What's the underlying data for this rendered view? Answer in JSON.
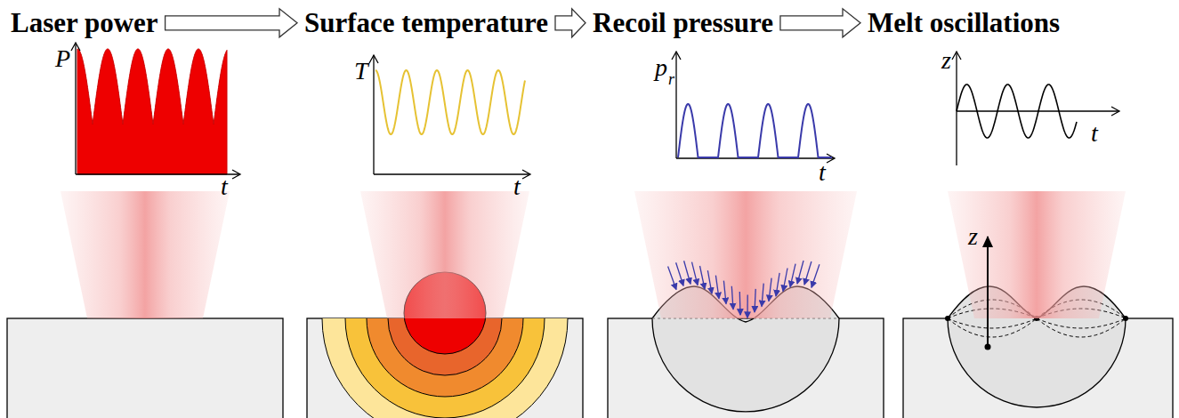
{
  "diagram": {
    "nodes": [
      {
        "text": [
          "Laser power"
        ]
      },
      {
        "text": [
          "Surface temperature"
        ]
      },
      {
        "text": [
          "Recoil pressure"
        ]
      },
      {
        "text": [
          "Melt oscillations"
        ]
      }
    ],
    "edges": [
      {
        "from": 0,
        "to": 1,
        "arrow": "to"
      },
      {
        "from": 1,
        "to": 2,
        "arrow": "to"
      },
      {
        "from": 2,
        "to": 3,
        "arrow": "to"
      }
    ],
    "labels": [
      "P",
      "t",
      "T",
      "t",
      "p",
      "r",
      "t",
      "z",
      "t",
      "z"
    ]
  }
}
